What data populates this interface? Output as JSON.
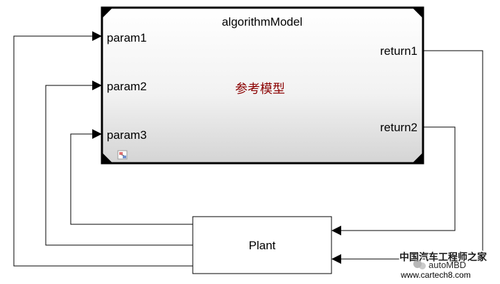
{
  "model_block": {
    "title": "algorithmModel",
    "subtitle": "参考模型",
    "inputs": [
      "param1",
      "param2",
      "param3"
    ],
    "outputs": [
      "return1",
      "return2"
    ],
    "subtitle_color": "#8b0000"
  },
  "plant_block": {
    "label": "Plant"
  },
  "watermark": {
    "line1": "中国汽车工程师之家",
    "line2": "autoMBD",
    "line3": "www.cartech8.com"
  }
}
